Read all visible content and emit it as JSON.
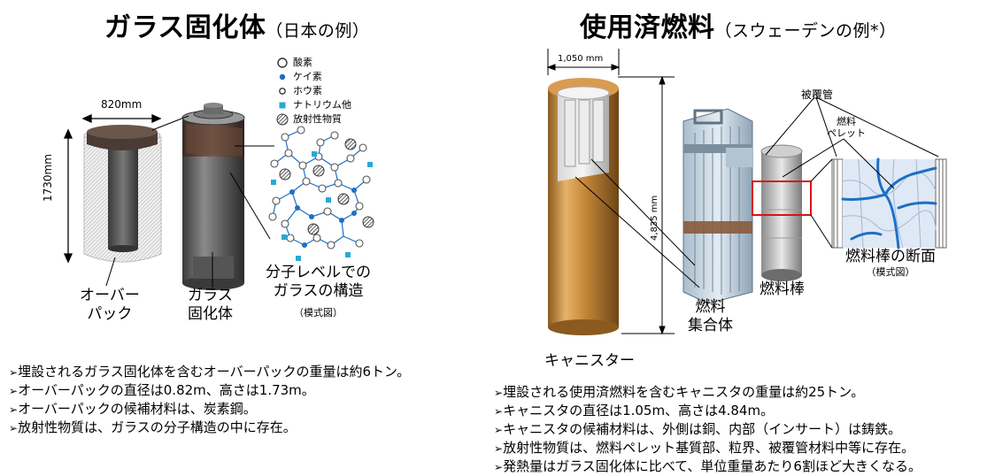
{
  "left": {
    "title": "ガラス固化体",
    "subtitle": "（日本の例）",
    "dim_width": "820mm",
    "dim_height": "1730mm",
    "label_overpack_1": "オーバー",
    "label_overpack_2": "パック",
    "label_glass_1": "ガラス",
    "label_glass_2": "固化体",
    "label_molecular_1": "分子レベルでの",
    "label_molecular_2": "ガラスの構造",
    "label_schematic": "（模式図）",
    "legend": [
      {
        "icon": "open-circle",
        "label": "酸素"
      },
      {
        "icon": "blue-dot",
        "label": "ケイ素"
      },
      {
        "icon": "small-circle",
        "label": "ホウ素"
      },
      {
        "icon": "cyan-square",
        "label": "ナトリウム他"
      },
      {
        "icon": "hatched-circle",
        "label": "放射性物質"
      }
    ],
    "bullets": [
      "埋設されるガラス固化体を含むオーバーパックの重量は約6トン。",
      "オーバーパックの直径は0.82m、高さは1.73m。",
      "オーバーパックの候補材料は、炭素鋼。",
      "放射性物質は、ガラスの分子構造の中に存在。"
    ]
  },
  "right": {
    "title": "使用済燃料",
    "subtitle": "（スウェーデンの例*）",
    "dim_width": "1,050 mm",
    "dim_height": "4,835 mm",
    "label_cladding": "被覆管",
    "label_pellet_1": "燃料",
    "label_pellet_2": "ペレット",
    "label_rod": "燃料棒",
    "label_cross_1": "燃料棒の断面",
    "label_cross_2": "（模式図）",
    "label_assembly_1": "燃料",
    "label_assembly_2": "集合体",
    "label_canister": "キャニスター",
    "bullets": [
      "埋設される使用済燃料を含むキャニスタの重量は約25トン。",
      "キャニスタの直径は1.05m、高さは4.84m。",
      "キャニスタの候補材料は、外側は銅、内部（インサート）は鋳鉄。",
      "放射性物質は、燃料ペレット基質部、粒界、被覆管材料中等に存在。",
      "発熱量はガラス固化体に比べて、単位重量あたり6割ほど大きくなる。"
    ]
  },
  "colors": {
    "copper": "#c98a3c",
    "cyan": "#27a9d9",
    "blue": "#1f6fc4",
    "red": "#d8141b"
  },
  "bullet_marker": "➢"
}
